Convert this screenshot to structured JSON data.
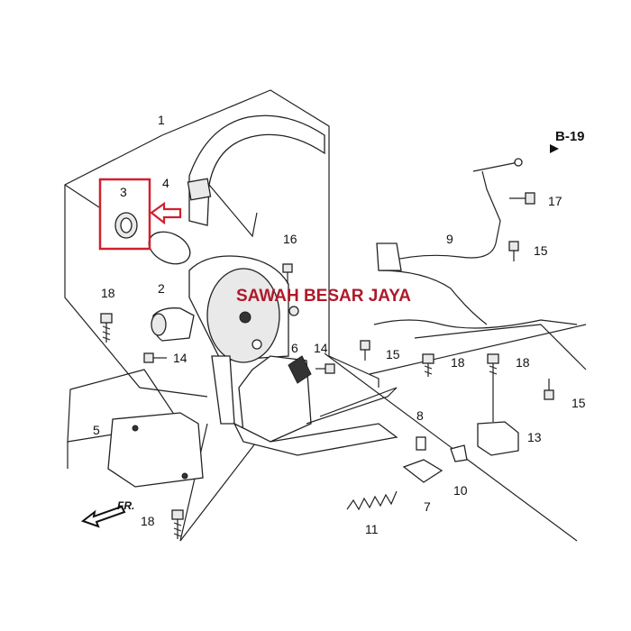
{
  "reference": "B-19",
  "watermark": "SAWAH BESAR JAYA",
  "front_marker": "FR.",
  "highlight_color": "#d0202e",
  "part_labels": {
    "p1": "1",
    "p2": "2",
    "p3": "3",
    "p4": "4",
    "p5": "5",
    "p6": "6",
    "p7": "7",
    "p8": "8",
    "p9": "9",
    "p10": "10",
    "p11": "11",
    "p13": "13",
    "p14a": "14",
    "p14b": "14",
    "p15a": "15",
    "p15b": "15",
    "p15c": "15",
    "p16": "16",
    "p17": "17",
    "p18a": "18",
    "p18b": "18",
    "p18c": "18",
    "p18d": "18"
  }
}
